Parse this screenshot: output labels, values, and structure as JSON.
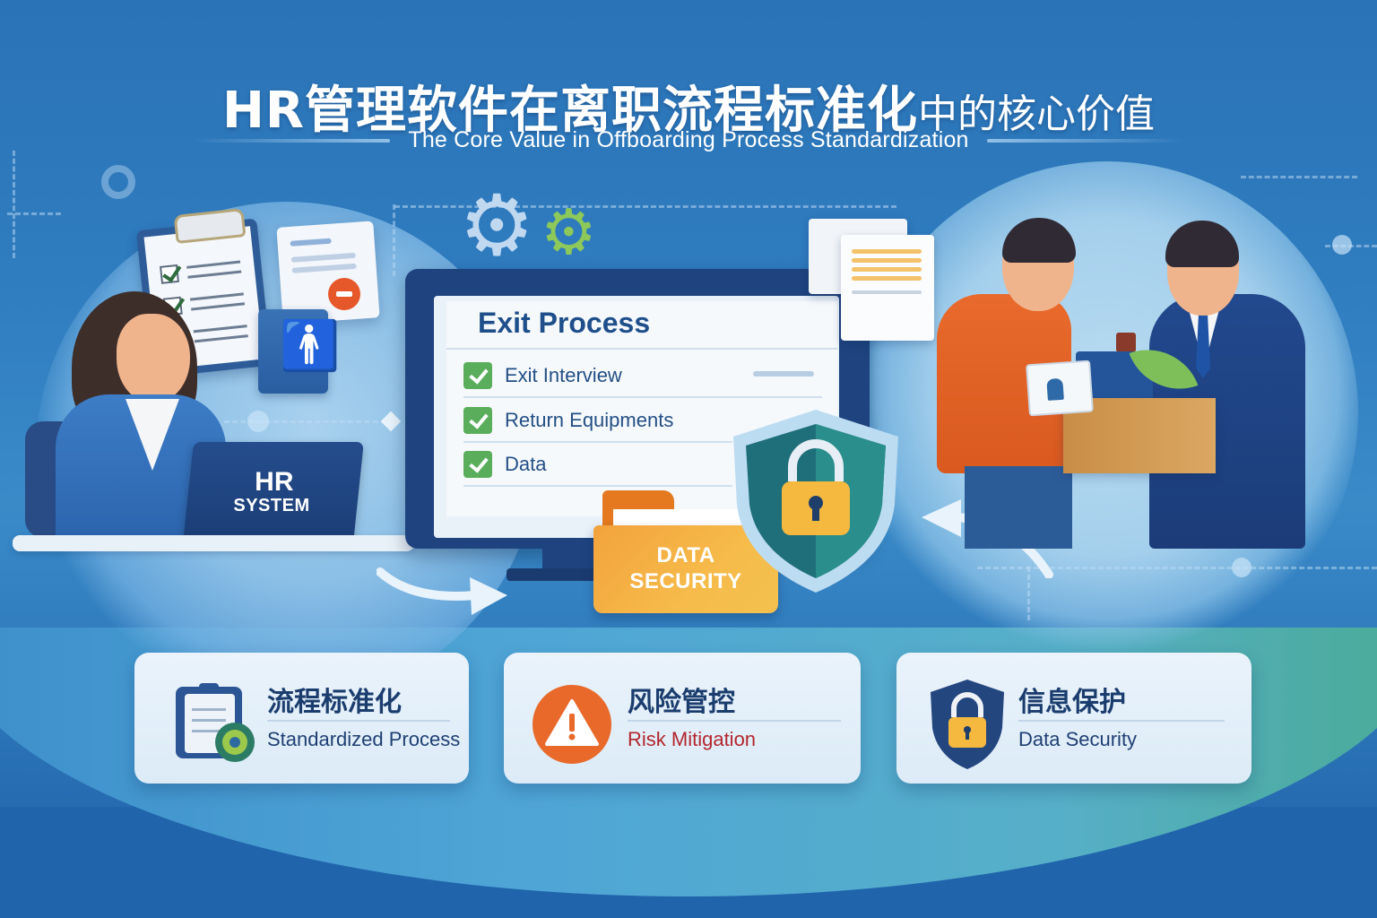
{
  "header": {
    "title_main": "HR管理软件在离职流程标准化",
    "title_suffix": "中的核心价值",
    "subtitle": "The Core Value in Offboarding Process Standardization"
  },
  "scene_left": {
    "laptop_title": "HR",
    "laptop_subtitle": "SYSTEM",
    "icons": [
      "clipboard-checklist-icon",
      "document-icon",
      "minus-badge-icon",
      "person-icon"
    ]
  },
  "monitor": {
    "title": "Exit Process",
    "checklist": [
      {
        "label": "Exit Interview",
        "checked": true
      },
      {
        "label": "Return Equipments",
        "checked": true
      },
      {
        "label": "Data",
        "checked": true
      }
    ]
  },
  "folder": {
    "line1": "DATA",
    "line2": "SECURITY"
  },
  "cards": [
    {
      "title_cn": "流程标准化",
      "title_en": "Standardized Process",
      "icon": "clipboard-gear-icon",
      "en_color": "#1f3f73"
    },
    {
      "title_cn": "风险管控",
      "title_en": "Risk Mitigation",
      "icon": "warning-icon",
      "en_color": "#b3262e"
    },
    {
      "title_cn": "信息保护",
      "title_en": "Data Security",
      "icon": "shield-lock-icon",
      "en_color": "#1f3f73"
    }
  ],
  "colors": {
    "background": "#2f7cbf",
    "accent_green": "#5aae5b",
    "accent_orange": "#e8692a",
    "accent_yellow": "#f5b940",
    "navy": "#1e437e",
    "card_bg": "#e6f1fa"
  }
}
